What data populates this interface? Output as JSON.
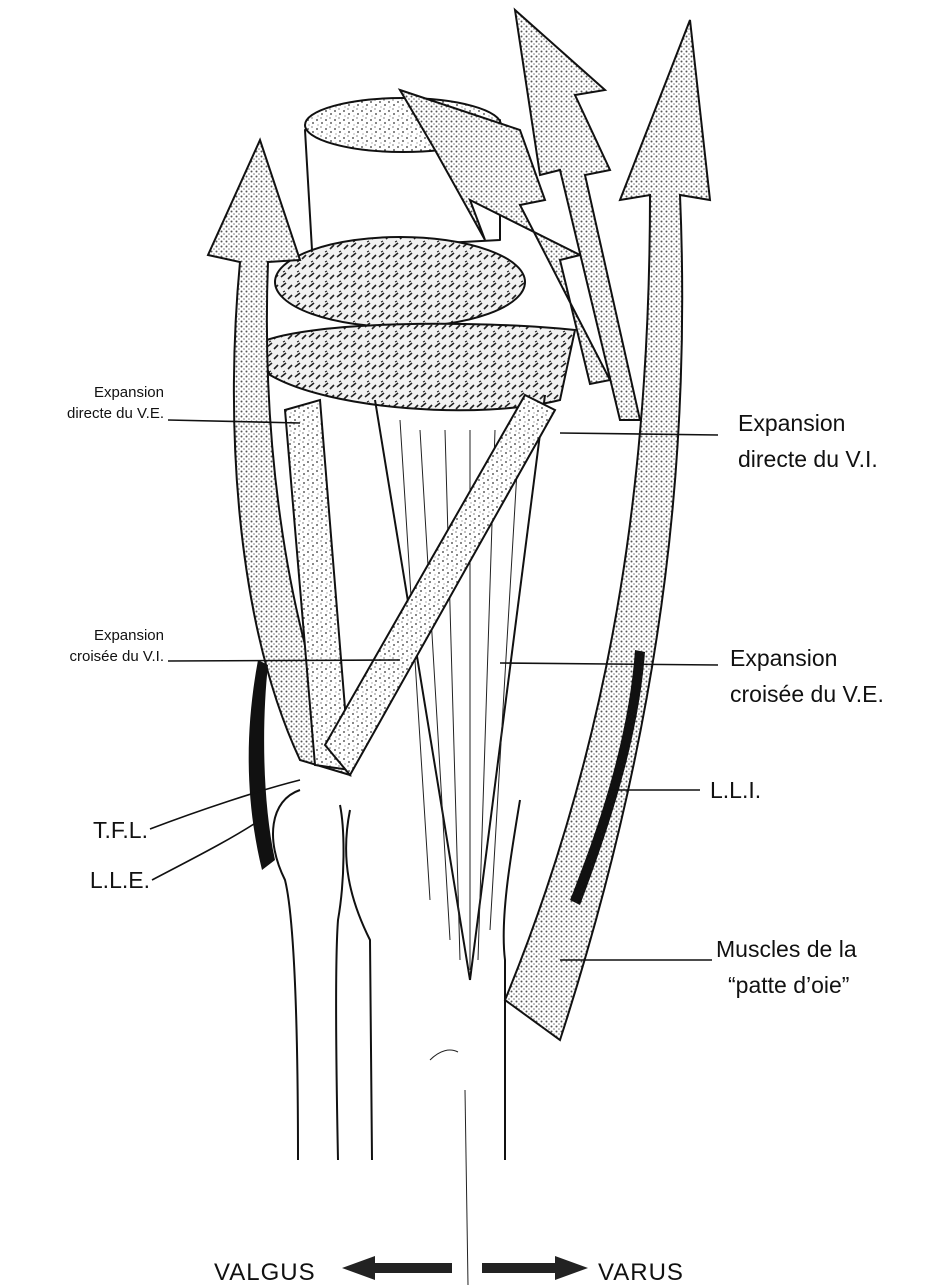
{
  "labels": {
    "expansion_directe_ve_line1": "Expansion",
    "expansion_directe_ve_line2": "directe du V.E.",
    "expansion_croisee_vi_line1": "Expansion",
    "expansion_croisee_vi_line2": "croisée du V.I.",
    "tfl": "T.F.L.",
    "lle": "L.L.E.",
    "expansion_directe_vi_line1": "Expansion",
    "expansion_directe_vi_line2": "directe du V.I.",
    "expansion_croisee_ve_line1": "Expansion",
    "expansion_croisee_ve_line2": "croisée du V.E.",
    "lli": "L.L.I.",
    "patte_oie_line1": "Muscles de la",
    "patte_oie_line2": "“patte d’oie”"
  },
  "bottom": {
    "valgus": "VALGUS",
    "varus": "VARUS"
  }
}
